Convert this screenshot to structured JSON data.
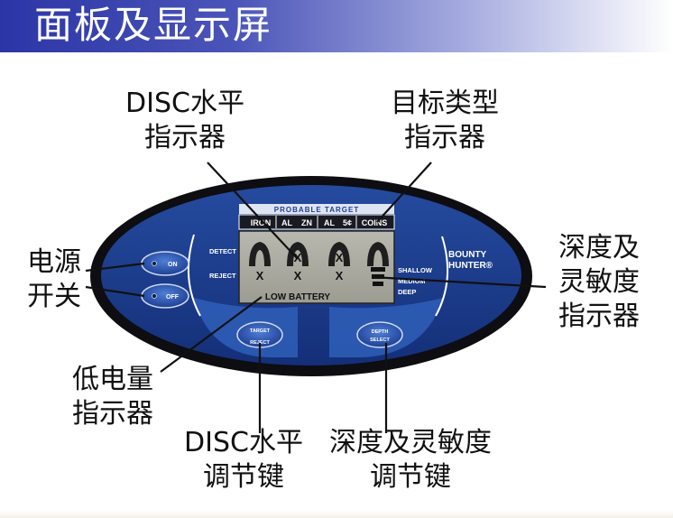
{
  "header": {
    "title": "面板及显示屏"
  },
  "callouts": {
    "disc_indicator": [
      "DISC水平",
      "指示器"
    ],
    "target_type": [
      "目标类型",
      "指示器"
    ],
    "power_switch": [
      "电源",
      "开关"
    ],
    "depth_indicator": [
      "深度及",
      "灵敏度",
      "指示器"
    ],
    "low_battery": [
      "低电量",
      "指示器"
    ],
    "disc_adjust": [
      "DISC水平",
      "调节键"
    ],
    "depth_adjust": [
      "深度及灵敏度",
      "调节键"
    ]
  },
  "device": {
    "probable_target_title": "PROBABLE TARGET",
    "targets": [
      "IRON",
      "AL",
      "ZN",
      "AL",
      "5¢",
      "COINS"
    ],
    "detect_label": "DETECT",
    "reject_label": "REJECT",
    "on_label": "ON",
    "off_label": "OFF",
    "brand_line1": "BOUNTY",
    "brand_line2": "HUNTER®",
    "depth_levels": [
      "SHALLOW",
      "MEDIUM",
      "DEEP"
    ],
    "low_battery_text": "LOW BATTERY",
    "target_reject_button": [
      "TARGET",
      "—",
      "REJECT"
    ],
    "depth_select_button": [
      "DEPTH",
      "SELECT"
    ],
    "colors": {
      "body_blue": "#1d3f93",
      "inner_blue": "#3366c4",
      "lcd": "#a9a9a0",
      "header": "#2b35a6"
    }
  }
}
